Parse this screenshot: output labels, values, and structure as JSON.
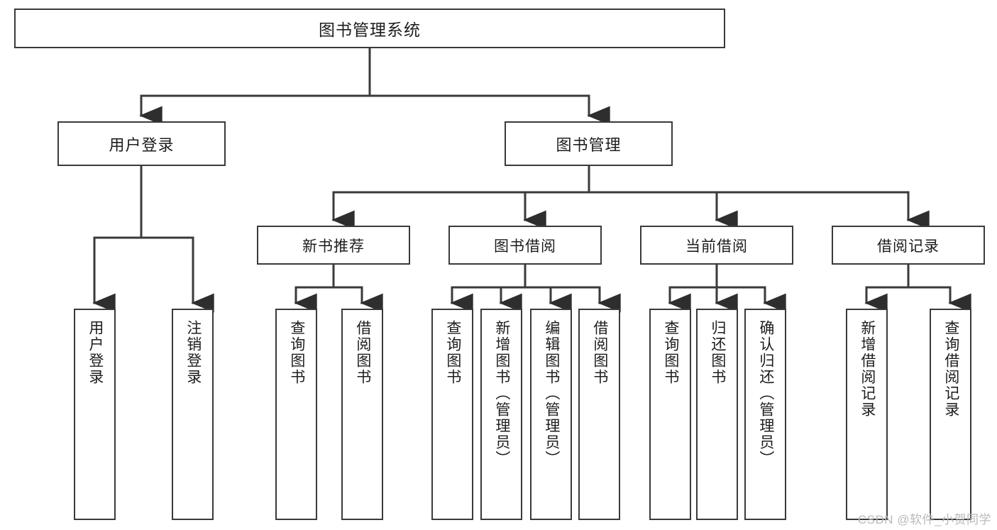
{
  "diagram": {
    "title": "图书管理系统",
    "type": "tree-hierarchy-chart",
    "root": {
      "label": "图书管理系统"
    },
    "level2": [
      {
        "label": "用户登录"
      },
      {
        "label": "图书管理"
      }
    ],
    "level3": [
      {
        "label": "新书推荐"
      },
      {
        "label": "图书借阅"
      },
      {
        "label": "当前借阅"
      },
      {
        "label": "借阅记录"
      }
    ],
    "leaves": {
      "user_login": [
        {
          "label": "用户登录"
        },
        {
          "label": "注销登录"
        }
      ],
      "new_book_recommend": [
        {
          "label": "查询图书"
        },
        {
          "label": "借阅图书"
        }
      ],
      "book_borrow": [
        {
          "label": "查询图书"
        },
        {
          "label": "新增图书（管理员）"
        },
        {
          "label": "编辑图书（管理员）"
        },
        {
          "label": "借阅图书"
        }
      ],
      "current_borrow": [
        {
          "label": "查询图书"
        },
        {
          "label": "归还图书"
        },
        {
          "label": "确认归还（管理员）"
        }
      ],
      "borrow_record": [
        {
          "label": "新增借阅记录"
        },
        {
          "label": "查询借阅记录"
        }
      ]
    }
  },
  "watermark": {
    "text": "CSDN @软件_小贺同学"
  },
  "colors": {
    "stroke": "#3a3a3a",
    "background": "#ffffff",
    "text": "#1d1d1d",
    "watermark": "#b9b9b9"
  }
}
